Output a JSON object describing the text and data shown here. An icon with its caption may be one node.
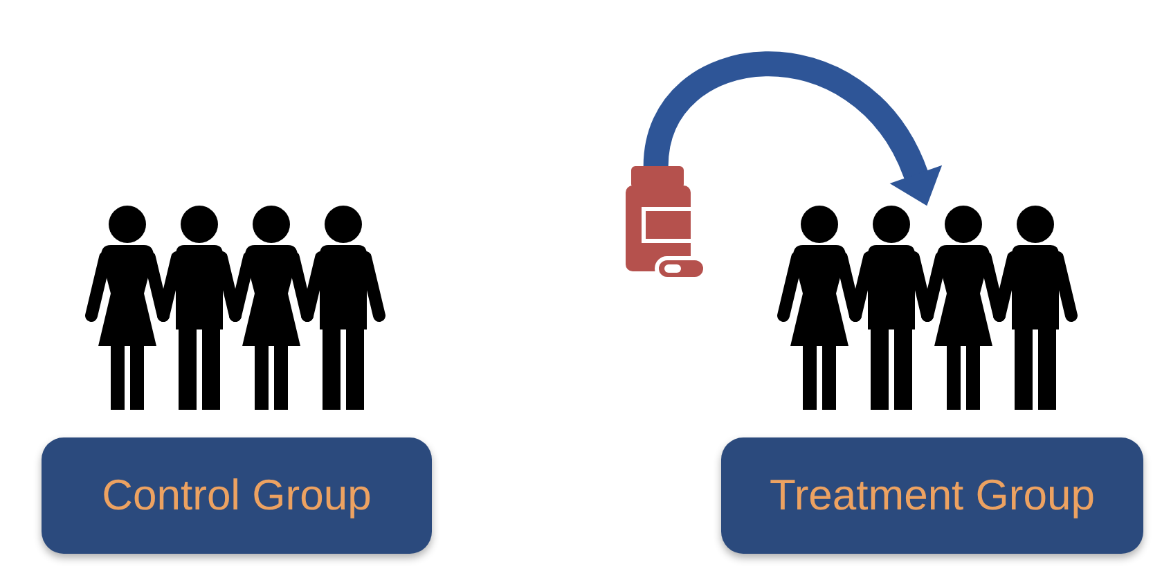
{
  "diagram": {
    "nodes": [
      {
        "text": [],
        "shape": "person"
      },
      {
        "text": [],
        "shape": "picture"
      },
      {
        "text": [],
        "shape": "person"
      },
      {
        "text": [
          "Control Group"
        ]
      },
      {
        "text": [
          "Treatment Group"
        ]
      }
    ],
    "edges": [
      {
        "from": 1,
        "to": 2,
        "arrow": "to"
      }
    ]
  }
}
